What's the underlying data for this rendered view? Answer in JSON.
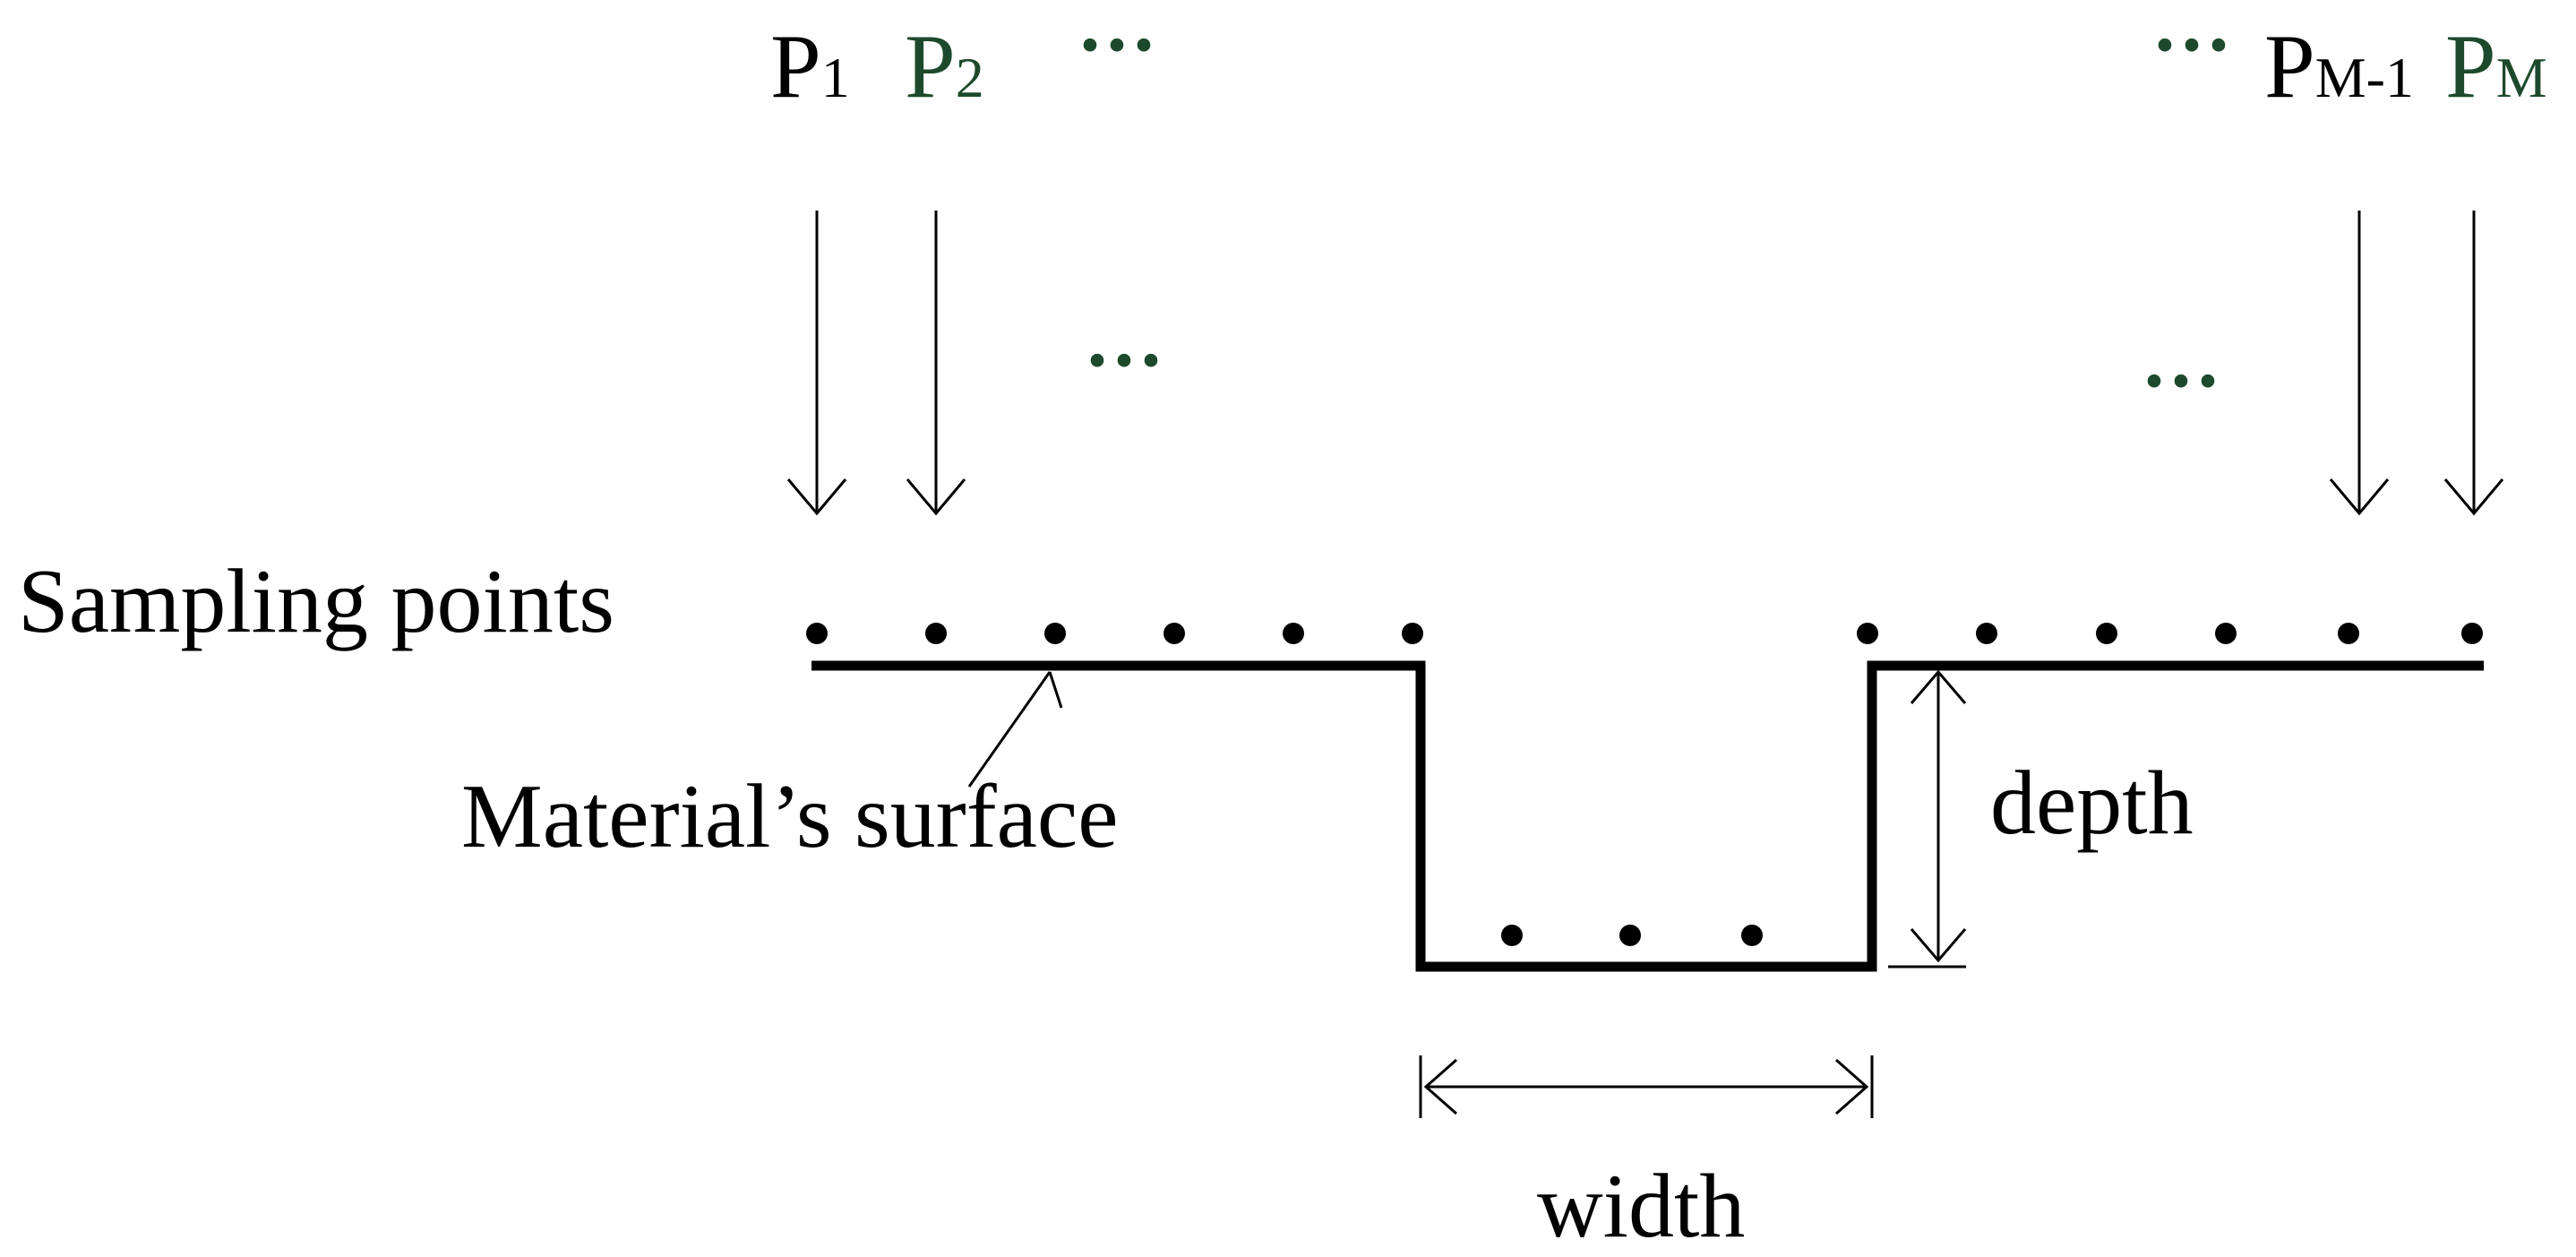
{
  "beams": {
    "p1": {
      "letter": "P",
      "sub": "1"
    },
    "p2": {
      "letter": "P",
      "sub": "2"
    },
    "pm1": {
      "letter": "P",
      "sub": "M-1"
    },
    "pm": {
      "letter": "P",
      "sub": "M"
    },
    "ellipsis": "···"
  },
  "labels": {
    "sampling_points": "Sampling points",
    "surface": "Material’s surface",
    "depth": "depth",
    "width": "width"
  },
  "colors": {
    "stroke": "#000000",
    "accent_green": "#1d4a2c"
  }
}
